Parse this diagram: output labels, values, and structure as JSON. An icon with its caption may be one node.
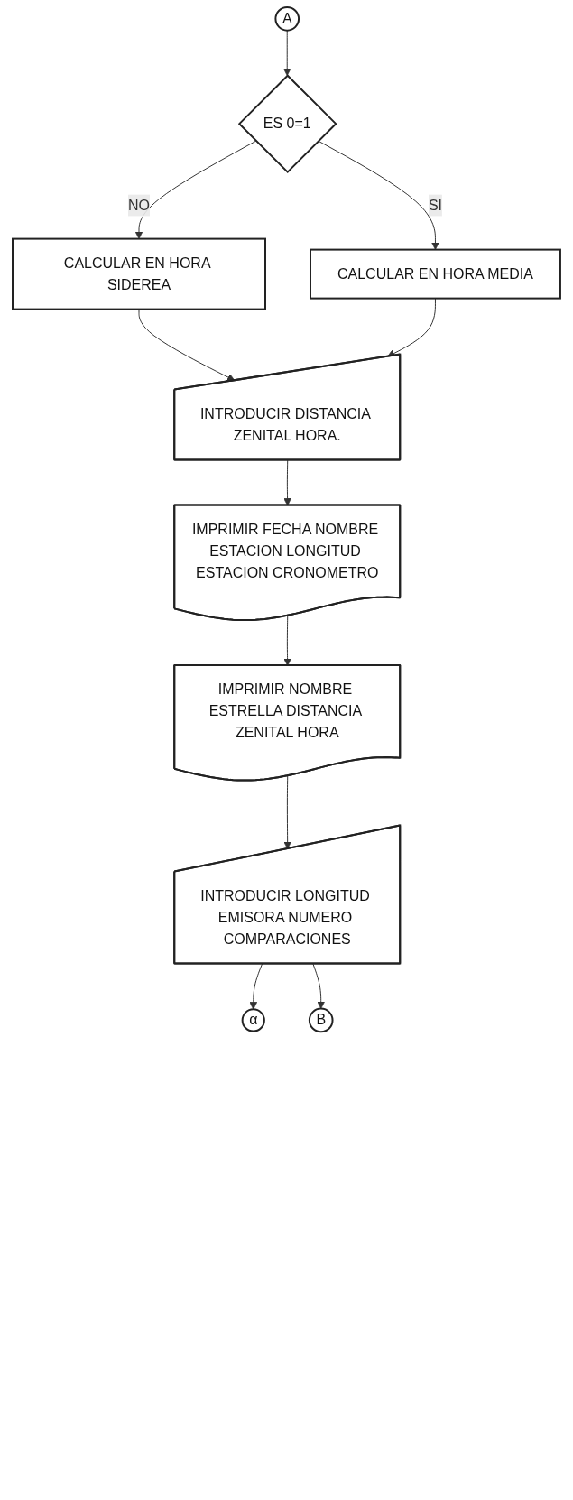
{
  "diagram": {
    "nodes": [
      {
        "text": [
          "A"
        ]
      },
      {
        "text": [
          "ES 0=1"
        ]
      },
      {
        "text": [
          "CALCULAR EN HORA SIDEREA"
        ]
      },
      {
        "text": [
          "CALCULAR EN HORA MEDIA"
        ]
      },
      {
        "text": [
          "INTRODUCIR DISTANCIA ZENITAL HORA."
        ]
      },
      {
        "text": [
          "IMPRIMIR FECHA NOMBRE ESTACION LONGITUD ESTACION CRONOMETRO"
        ]
      },
      {
        "text": [
          "IMPRIMIR NOMBRE ESTRELLA DISTANCIA ZENITAL HORA"
        ]
      },
      {
        "text": [
          "INTRODUCIR LONGITUD EMISORA NUMERO COMPARACIONES"
        ]
      },
      {
        "text": [
          "α"
        ]
      },
      {
        "text": [
          "B"
        ]
      }
    ],
    "edges": [
      {
        "from": 0,
        "to": 1,
        "arrow": "to"
      },
      {
        "from": 1,
        "to": 2,
        "arrow": "to",
        "label": "NO"
      },
      {
        "from": 1,
        "to": 3,
        "arrow": "to",
        "label": "SI"
      },
      {
        "from": 2,
        "to": 4,
        "arrow": "to"
      },
      {
        "from": 3,
        "to": 4,
        "arrow": "to"
      },
      {
        "from": 4,
        "to": 5,
        "arrow": "to"
      },
      {
        "from": 5,
        "to": 6,
        "arrow": "to"
      },
      {
        "from": 6,
        "to": 7,
        "arrow": "to"
      },
      {
        "from": 7,
        "to": 8,
        "arrow": "to"
      },
      {
        "from": 7,
        "to": 9,
        "arrow": "to"
      }
    ]
  }
}
